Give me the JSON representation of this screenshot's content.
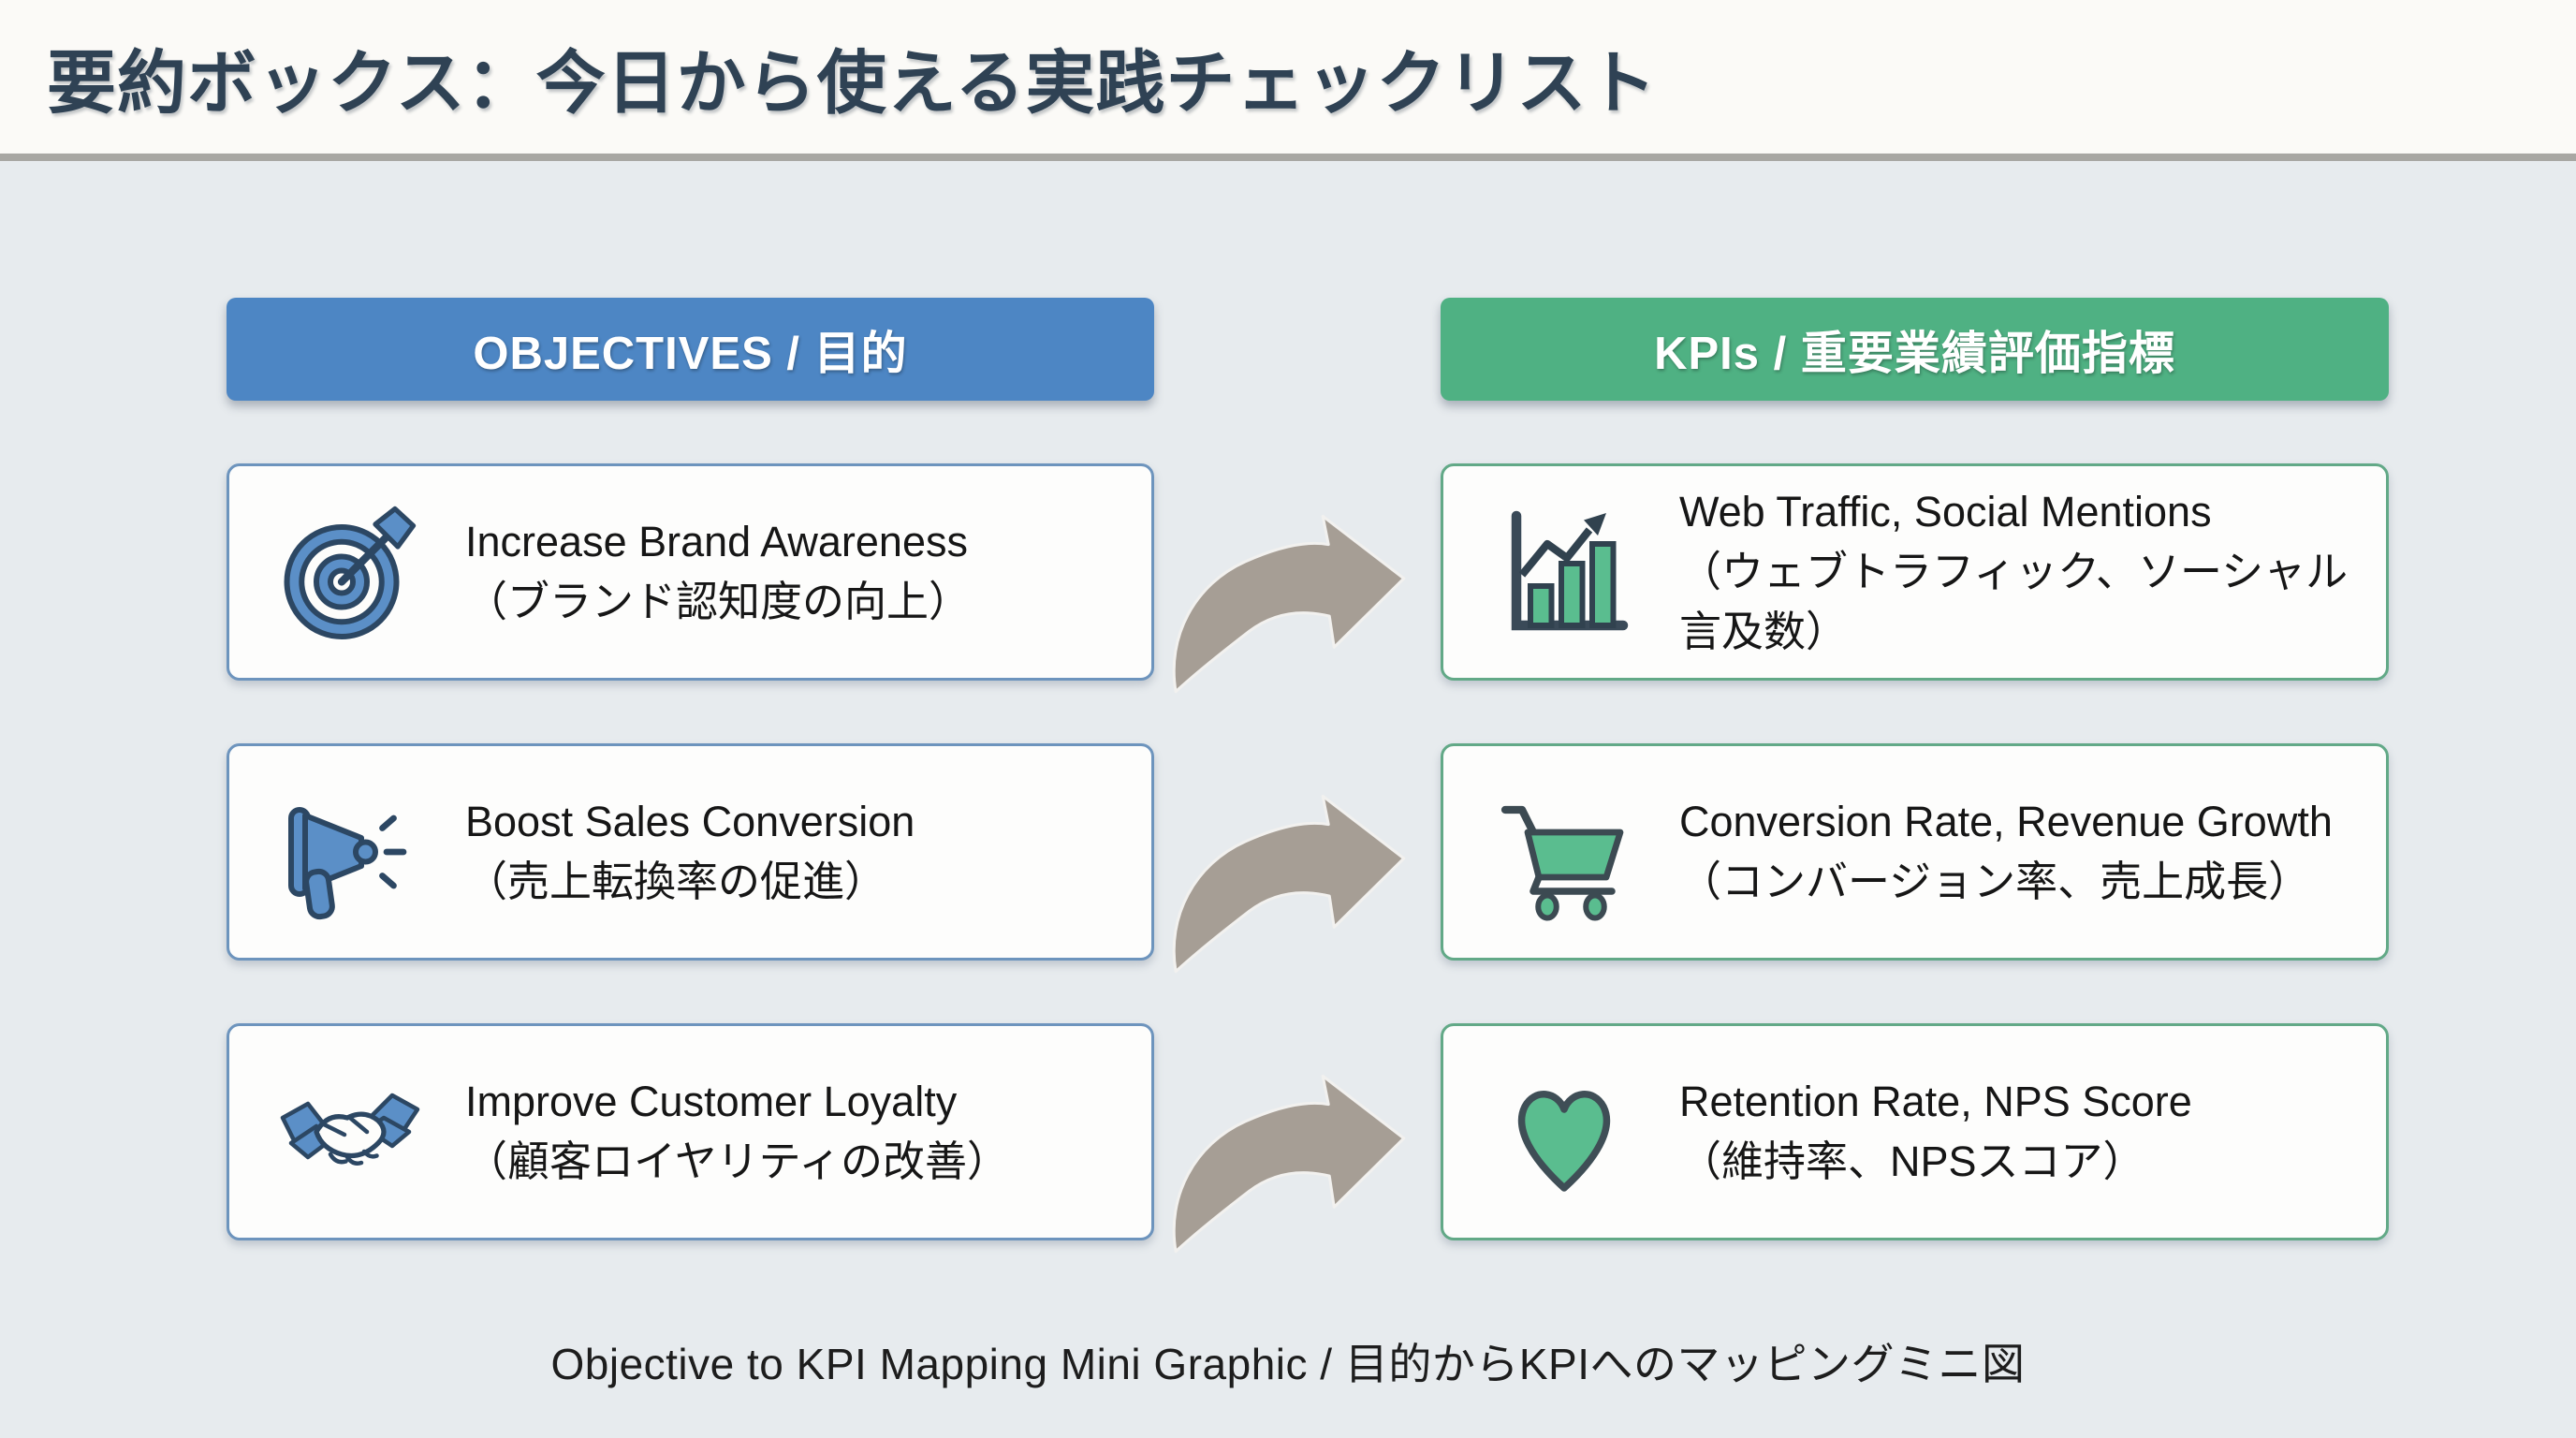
{
  "page": {
    "title": "要約ボックス：今日から使える実践チェックリスト",
    "caption": "Objective to KPI Mapping Mini Graphic / 目的からKPIへのマッピングミニ図"
  },
  "colors": {
    "title_bar_bg": "#fbfaf7",
    "title_color": "#2f4254",
    "separator": "#a8a7a3",
    "content_bg": "#e7ebee",
    "box_bg": "#fdfdfc",
    "text_color": "#161616",
    "objectives_header_bg": "#4d86c4",
    "kpis_header_bg": "#4fb183",
    "objective_box_border": "#6d94bd",
    "kpi_box_border": "#62a987",
    "arrow_fill": "#a69e95",
    "icon_blue": "#5b8fc7",
    "icon_blue_dark": "#2c4763",
    "icon_green": "#5abd8f",
    "icon_green_dark": "#3c4a52"
  },
  "columns": {
    "objectives": {
      "header": "OBJECTIVES / 目的",
      "items": [
        {
          "icon": "target-icon",
          "en": "Increase Brand Awareness",
          "ja": "（ブランド認知度の向上）"
        },
        {
          "icon": "megaphone-icon",
          "en": "Boost Sales Conversion",
          "ja": "（売上転換率の促進）"
        },
        {
          "icon": "handshake-icon",
          "en": "Improve Customer Loyalty",
          "ja": "（顧客ロイヤリティの改善）"
        }
      ]
    },
    "kpis": {
      "header": "KPIs / 重要業績評価指標",
      "items": [
        {
          "icon": "bar-chart-icon",
          "en": "Web Traffic, Social Mentions",
          "ja": "（ウェブトラフィック、ソーシャル言及数）"
        },
        {
          "icon": "cart-icon",
          "en": "Conversion Rate, Revenue Growth",
          "ja": "（コンバージョン率、売上成長）"
        },
        {
          "icon": "heart-icon",
          "en": "Retention Rate, NPS Score",
          "ja": "（維持率、NPSスコア）"
        }
      ]
    }
  }
}
